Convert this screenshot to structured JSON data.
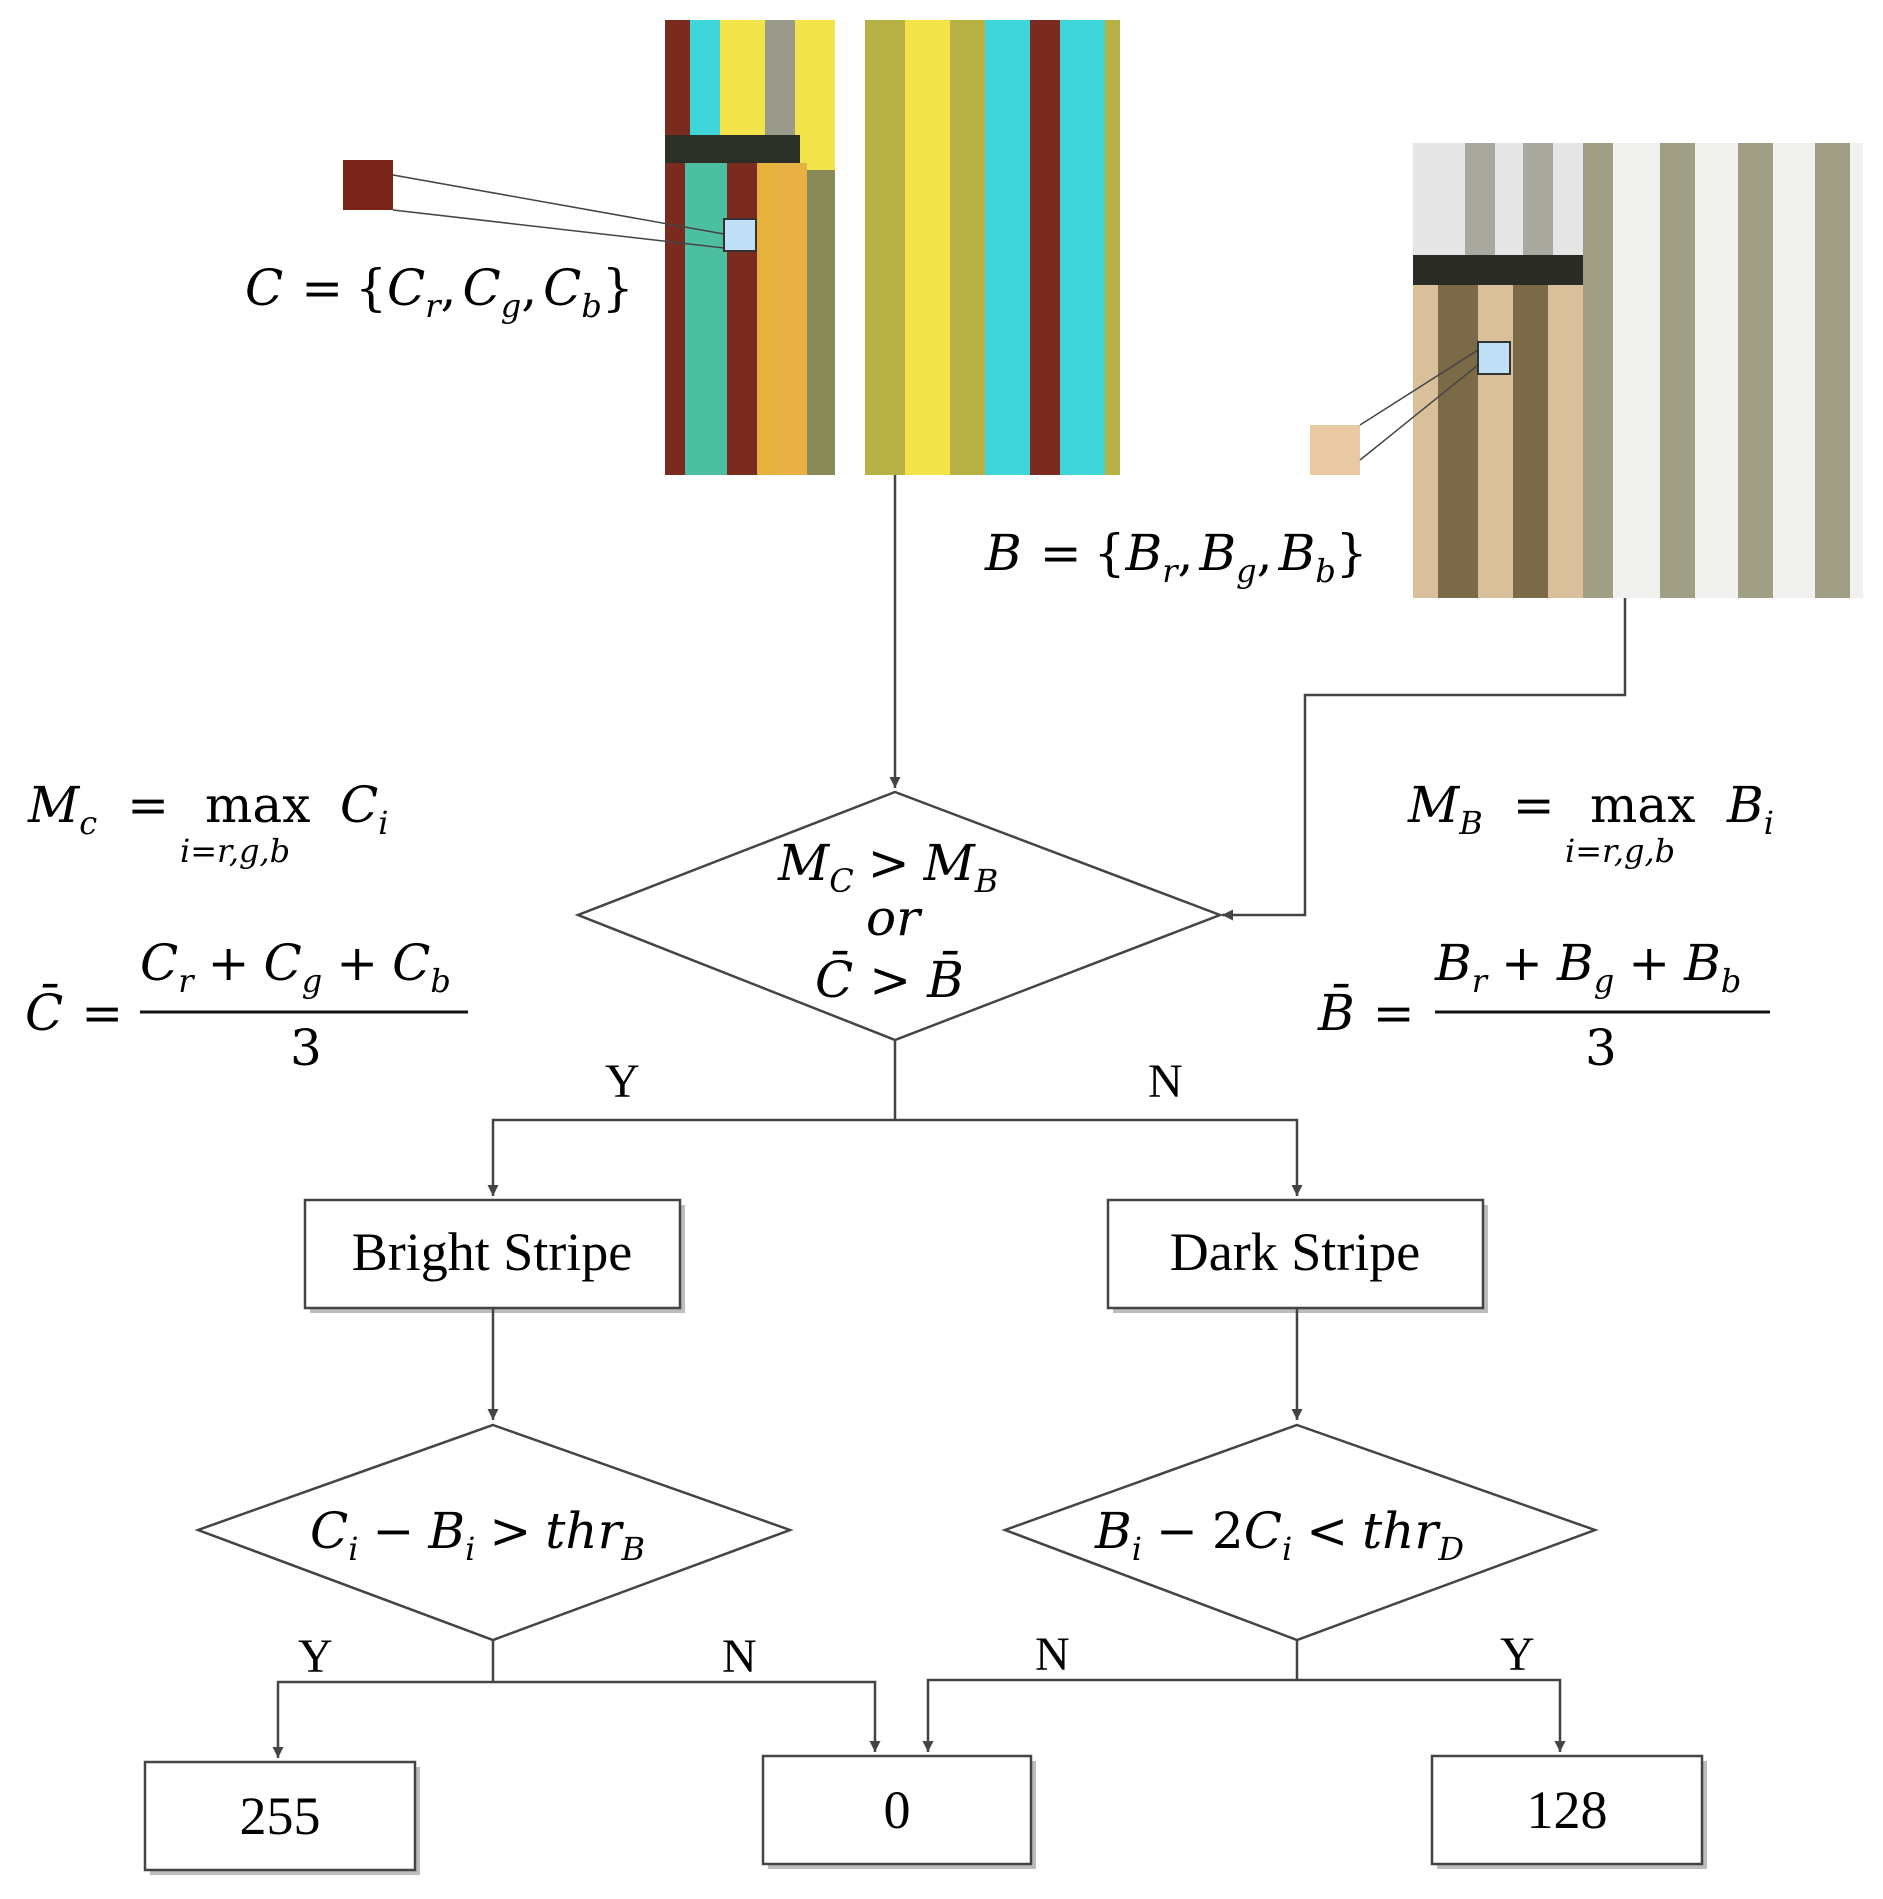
{
  "images": {
    "color_crop": {
      "stripe_colors": [
        "#8c2a1f",
        "#f2e34b",
        "#3fd6d9",
        "#4bbfa0",
        "#e6b23c",
        "#b8b244",
        "#8a8a58"
      ]
    },
    "bg_crop": {
      "stripe_colors": [
        "#d9c09a",
        "#7a6a48",
        "#a19e86",
        "#f0f0ee"
      ]
    }
  },
  "swatches": {
    "color_sample": "#7a2419",
    "background_sample": "#e8c9a4"
  },
  "formulas": {
    "c_set": {
      "lhs": "C",
      "eq": "=",
      "brace_open": "{",
      "c1": "C",
      "c1_sub": "r",
      "c2": "C",
      "c2_sub": "g",
      "c3": "C",
      "c3_sub": "b",
      "brace_close": "}",
      "comma": ","
    },
    "b_set": {
      "lhs": "B",
      "eq": "=",
      "brace_open": "{",
      "c1": "B",
      "c1_sub": "r",
      "c2": "B",
      "c2_sub": "g",
      "c3": "B",
      "c3_sub": "b",
      "brace_close": "}",
      "comma": ","
    },
    "mc": {
      "lhs": "M",
      "lhs_sub": "c",
      "eq": "=",
      "op": "max",
      "op_sub": "i=r,g,b",
      "rhs": "C",
      "rhs_sub": "i"
    },
    "mb": {
      "lhs": "M",
      "lhs_sub": "B",
      "eq": "=",
      "op": "max",
      "op_sub": "i=r,g,b",
      "rhs": "B",
      "rhs_sub": "i"
    },
    "cbar": {
      "lhs": "C̄",
      "eq": "=",
      "n1": "C",
      "n1_sub": "r",
      "plus": "+",
      "n2": "C",
      "n2_sub": "g",
      "n3": "C",
      "n3_sub": "b",
      "den": "3"
    },
    "bbar": {
      "lhs": "B̄",
      "eq": "=",
      "n1": "B",
      "n1_sub": "r",
      "plus": "+",
      "n2": "B",
      "n2_sub": "g",
      "n3": "B",
      "n3_sub": "b",
      "den": "3"
    }
  },
  "decision_main": {
    "line1_a": "M",
    "line1_a_sub": "C",
    "line1_op": ">",
    "line1_b": "M",
    "line1_b_sub": "B",
    "line2": "or",
    "line3_a": "C̄",
    "line3_op": ">",
    "line3_b": "B̄"
  },
  "branch_labels": {
    "main_yes": "Y",
    "main_no": "N",
    "bright_yes": "Y",
    "bright_no": "N",
    "dark_no": "N",
    "dark_yes": "Y"
  },
  "boxes": {
    "bright": "Bright Stripe",
    "dark": "Dark Stripe",
    "out_255": "255",
    "out_0": "0",
    "out_128": "128"
  },
  "decision_bright": {
    "a": "C",
    "a_sub": "i",
    "minus": "−",
    "b": "B",
    "b_sub": "i",
    "op": ">",
    "thr": "thr",
    "thr_sub": "B"
  },
  "decision_dark": {
    "a": "B",
    "a_sub": "i",
    "minus": "−",
    "coef": "2",
    "b": "C",
    "b_sub": "i",
    "op": "<",
    "thr": "thr",
    "thr_sub": "D"
  }
}
